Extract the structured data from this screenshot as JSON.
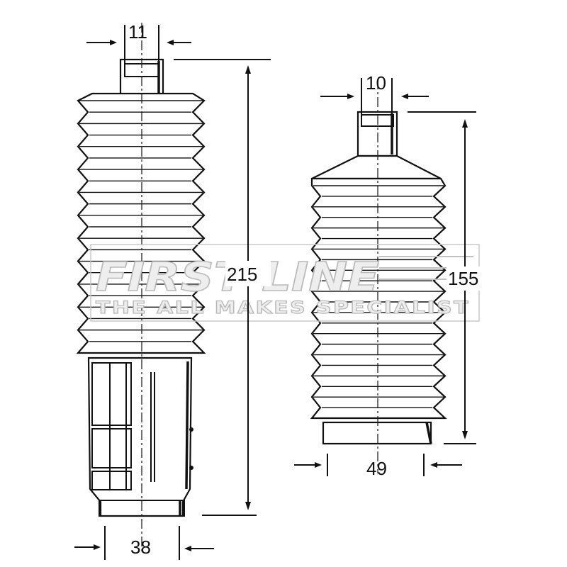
{
  "watermark": {
    "brand": "FIRST LINE",
    "tagline": "THE ALL MAKES SPECIALIST"
  },
  "left_boot": {
    "top_diameter": "11",
    "length": "215",
    "bottom_diameter": "38"
  },
  "right_boot": {
    "top_diameter": "10",
    "length": "155",
    "bottom_diameter": "49"
  }
}
